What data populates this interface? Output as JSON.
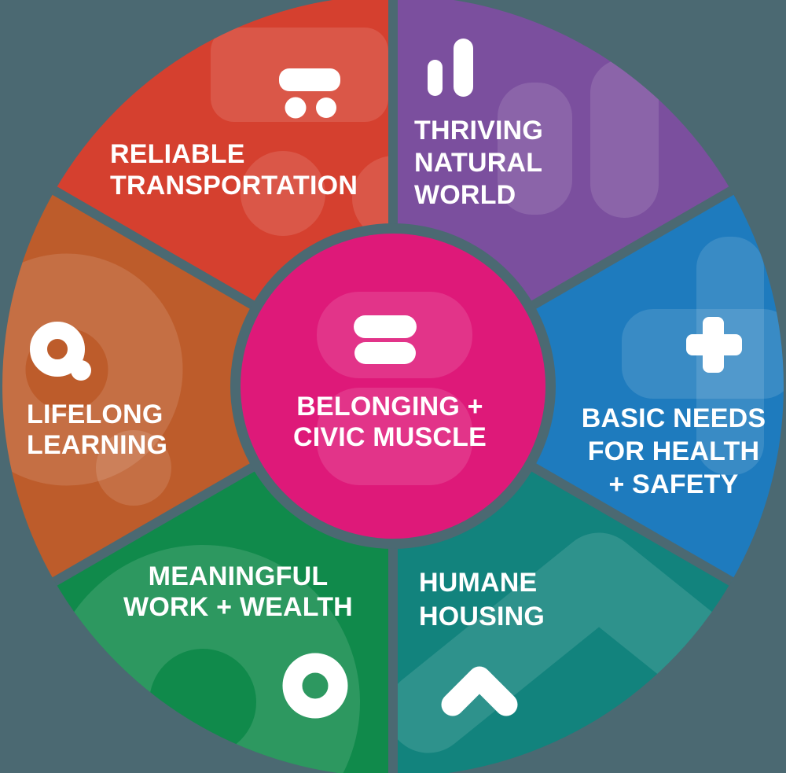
{
  "colors": {
    "background": "#4B6972",
    "icon": "#FFFFFF",
    "label_text": "#FFFFFF"
  },
  "center": {
    "label_lines": [
      "BELONGING +",
      "CIVIC MUSCLE"
    ],
    "color": "#DE1979",
    "icon": "equals-icon"
  },
  "segments": [
    {
      "name": "reliable-transportation",
      "label_lines": [
        "RELIABLE",
        "TRANSPORTATION"
      ],
      "color": "#D5402F",
      "icon": "bus-icon"
    },
    {
      "name": "thriving-natural-world",
      "label_lines": [
        "THRIVING",
        "NATURAL",
        "WORLD"
      ],
      "color": "#7B4F9E",
      "icon": "bar-chart-icon"
    },
    {
      "name": "basic-needs-for-health-safety",
      "label_lines": [
        "BASIC NEEDS",
        "FOR HEALTH",
        "+ SAFETY"
      ],
      "color": "#1E7BBE",
      "icon": "medical-cross-icon"
    },
    {
      "name": "humane-housing",
      "label_lines": [
        "HUMANE",
        "HOUSING"
      ],
      "color": "#12837D",
      "icon": "roof-chevron-icon"
    },
    {
      "name": "meaningful-work-wealth",
      "label_lines": [
        "MEANINGFUL",
        "WORK + WEALTH"
      ],
      "color": "#108A4B",
      "icon": "donut-icon"
    },
    {
      "name": "lifelong-learning",
      "label_lines": [
        "LIFELONG",
        "LEARNING"
      ],
      "color": "#BD5C2B",
      "icon": "magnifier-q-icon"
    }
  ]
}
